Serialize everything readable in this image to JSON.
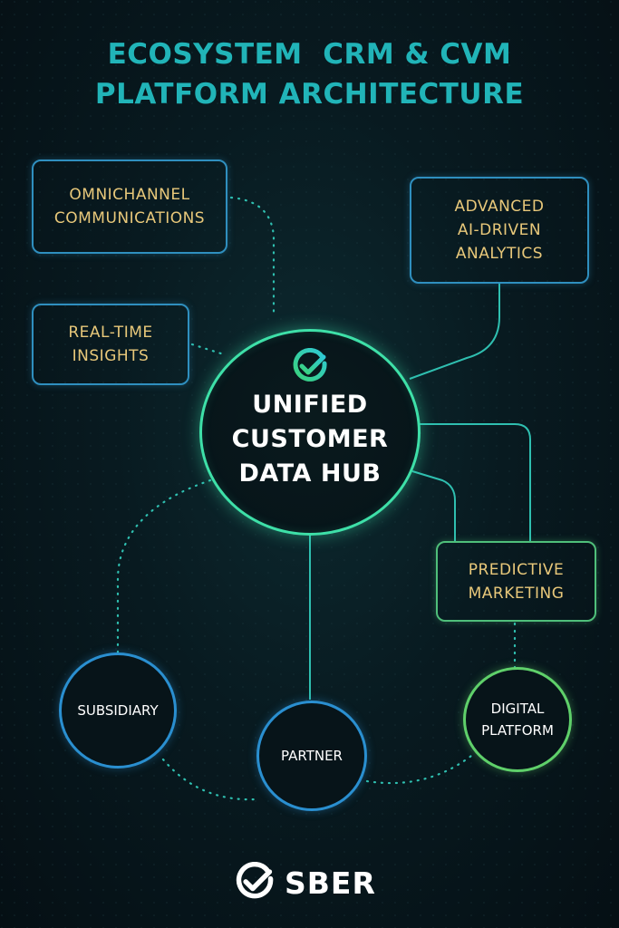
{
  "title": {
    "line1": "ECOSYSTEM  CRM & CVM",
    "line2": "PLATFORM ARCHITECTURE"
  },
  "hub": {
    "icon": "sber-check-logo-icon",
    "lines": [
      "UNIFIED",
      "CUSTOMER",
      "DATA HUB"
    ]
  },
  "boxes": {
    "omnichannel": [
      "OMNICHANNEL",
      "COMMUNICATIONS"
    ],
    "analytics": [
      "ADVANCED",
      "AI-DRIVEN",
      "ANALYTICS"
    ],
    "insights": [
      "REAL-TIME",
      "INSIGHTS"
    ],
    "marketing": [
      "PREDICTIVE",
      "MARKETING"
    ]
  },
  "circles": {
    "subsidiary": [
      "SUBSIDIARY"
    ],
    "partner": [
      "PARTNER"
    ],
    "digital": [
      "DIGITAL",
      "PLATFORM"
    ]
  },
  "brand": {
    "icon": "sber-check-logo-icon",
    "name": "SBER"
  },
  "colors": {
    "title": "#21b4b8",
    "box_text": "#e8c87a",
    "hub_ring": "#3ee0a8",
    "box_border_blue": "#2f8fbf",
    "box_border_green": "#4fbf7a",
    "circle_blue": "#2a8fd0",
    "circle_green": "#5fd06a",
    "connector": "#2fbfb0"
  }
}
